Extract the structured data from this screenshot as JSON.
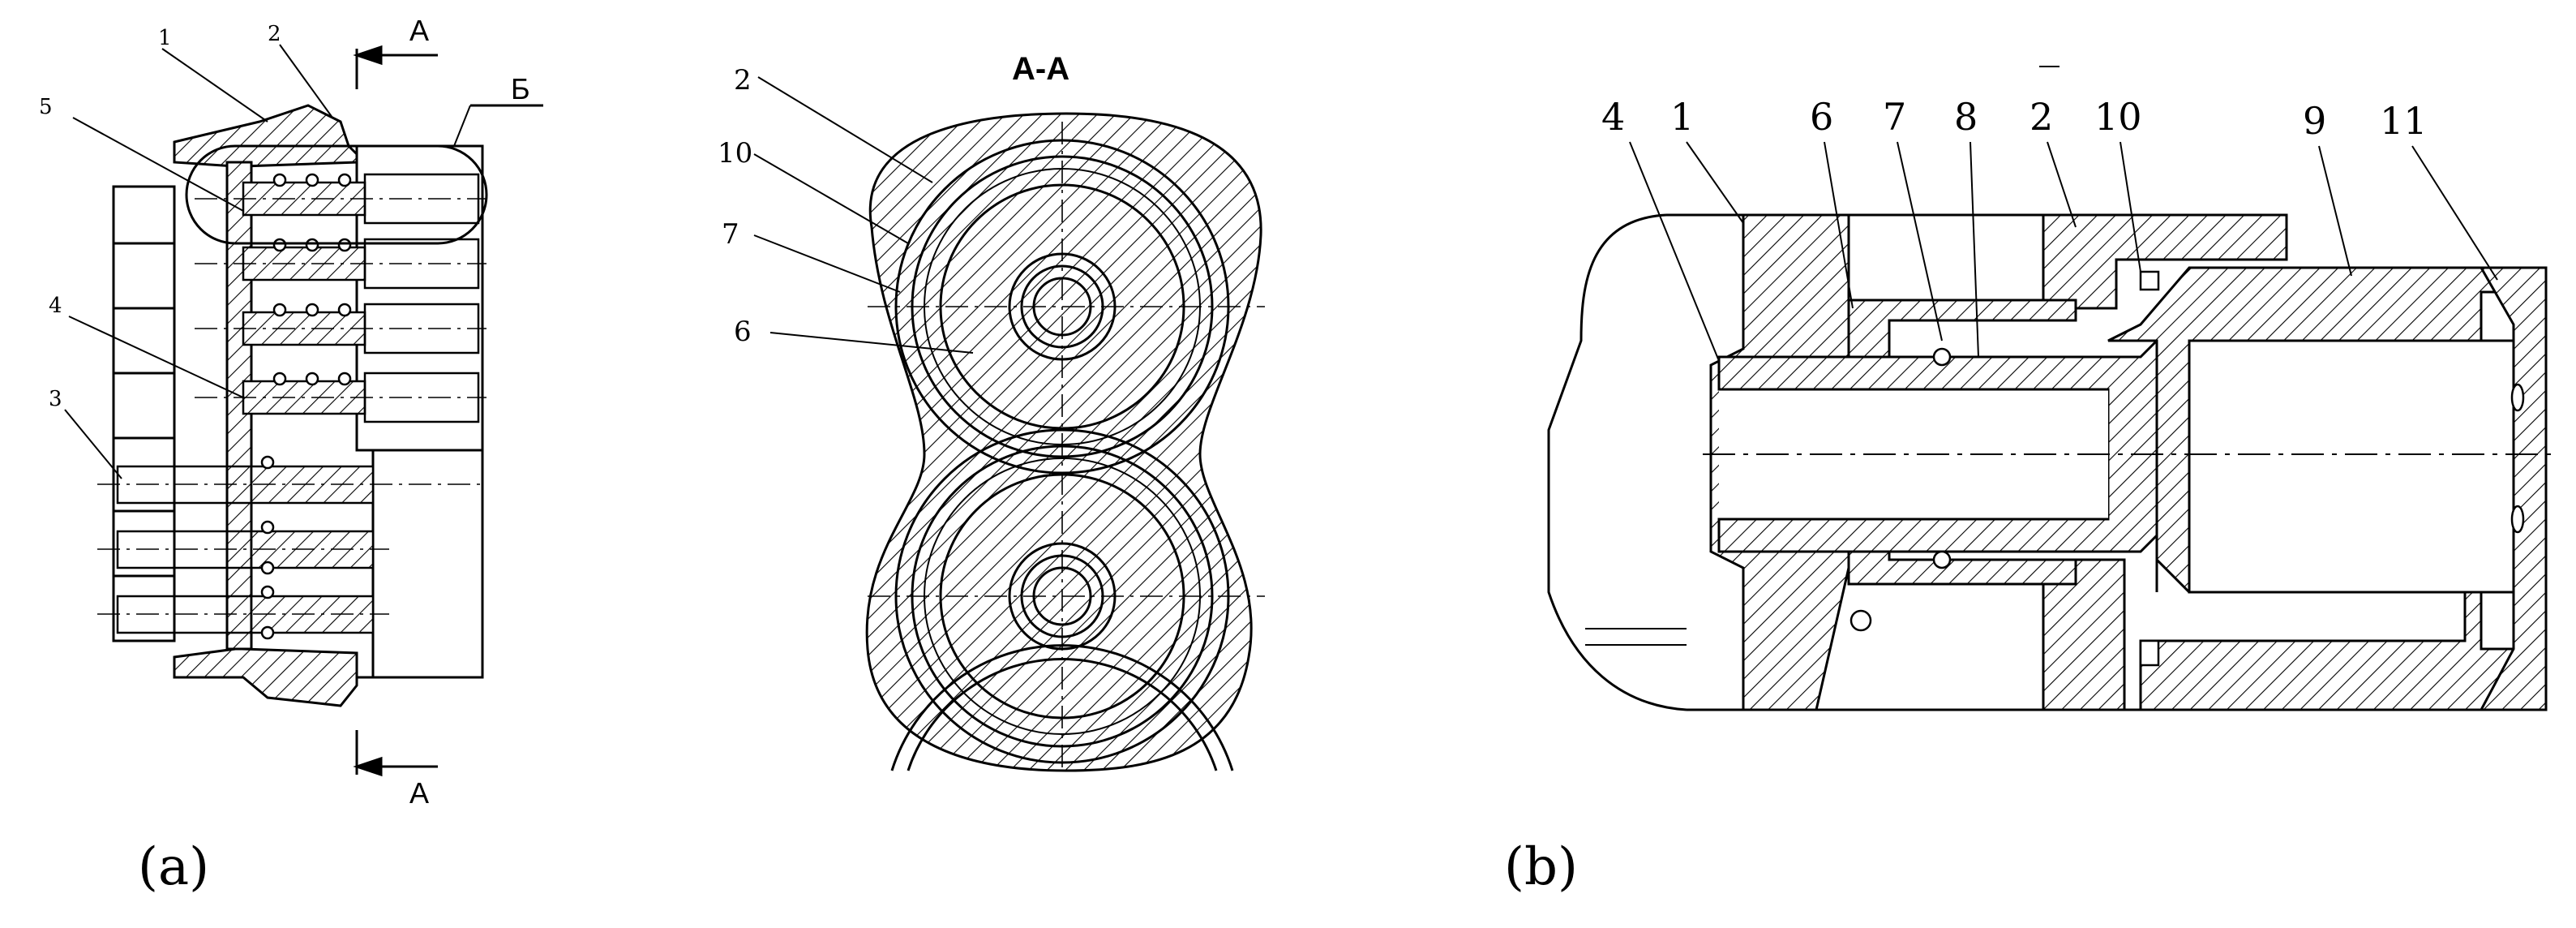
{
  "figure": {
    "panel_a": {
      "caption": "(a)",
      "side_view": {
        "callouts": [
          "1",
          "2",
          "5",
          "4",
          "3"
        ],
        "section_mark_top": "A",
        "section_mark_bottom": "A",
        "detail_mark": "Б"
      },
      "section_view": {
        "title": "A-A",
        "callouts": [
          "2",
          "10",
          "7",
          "6"
        ]
      }
    },
    "panel_b": {
      "caption": "(b)",
      "callouts": [
        "4",
        "1",
        "6",
        "7",
        "8",
        "2",
        "10",
        "9",
        "11"
      ]
    }
  }
}
